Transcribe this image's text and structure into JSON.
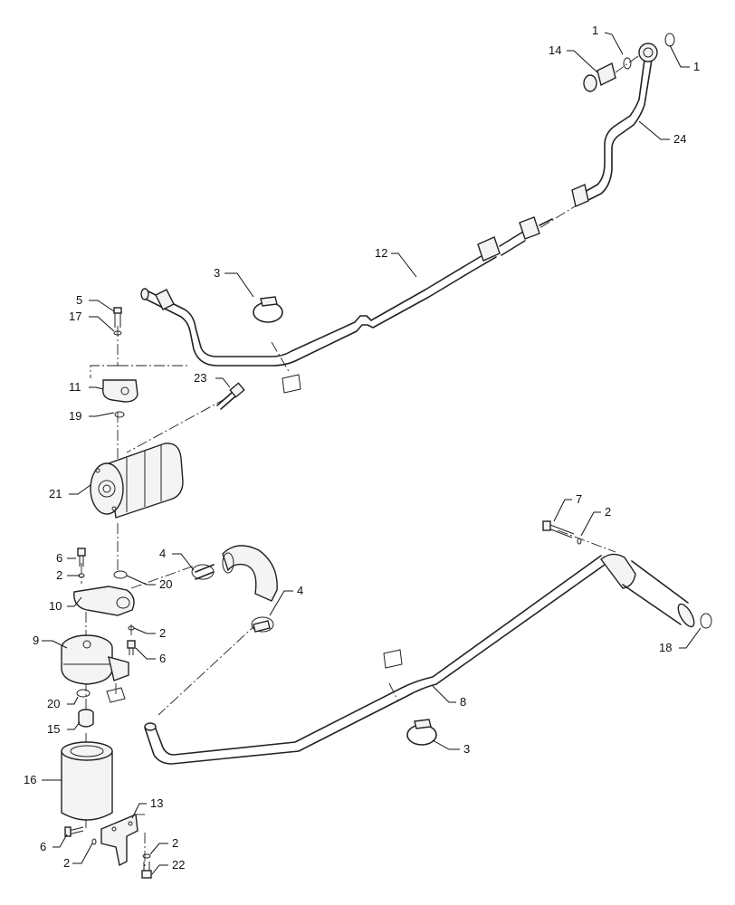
{
  "diagram": {
    "callouts": [
      {
        "id": "c1a",
        "label": "1"
      },
      {
        "id": "c1b",
        "label": "1"
      },
      {
        "id": "c14",
        "label": "14"
      },
      {
        "id": "c24",
        "label": "24"
      },
      {
        "id": "c12",
        "label": "12"
      },
      {
        "id": "c3a",
        "label": "3"
      },
      {
        "id": "c5",
        "label": "5"
      },
      {
        "id": "c17",
        "label": "17"
      },
      {
        "id": "c23",
        "label": "23"
      },
      {
        "id": "c11",
        "label": "11"
      },
      {
        "id": "c19",
        "label": "19"
      },
      {
        "id": "c21",
        "label": "21"
      },
      {
        "id": "c6a",
        "label": "6"
      },
      {
        "id": "c2a",
        "label": "2"
      },
      {
        "id": "c4a",
        "label": "4"
      },
      {
        "id": "c20a",
        "label": "20"
      },
      {
        "id": "c10",
        "label": "10"
      },
      {
        "id": "c4b",
        "label": "4"
      },
      {
        "id": "c2b",
        "label": "2"
      },
      {
        "id": "c6b",
        "label": "6"
      },
      {
        "id": "c9",
        "label": "9"
      },
      {
        "id": "c7",
        "label": "7"
      },
      {
        "id": "c2c",
        "label": "2"
      },
      {
        "id": "c18",
        "label": "18"
      },
      {
        "id": "c8",
        "label": "8"
      },
      {
        "id": "c20b",
        "label": "20"
      },
      {
        "id": "c15",
        "label": "15"
      },
      {
        "id": "c3b",
        "label": "3"
      },
      {
        "id": "c16",
        "label": "16"
      },
      {
        "id": "c13",
        "label": "13"
      },
      {
        "id": "c6c",
        "label": "6"
      },
      {
        "id": "c2d",
        "label": "2"
      },
      {
        "id": "c2e",
        "label": "2"
      },
      {
        "id": "c22",
        "label": "22"
      }
    ]
  }
}
